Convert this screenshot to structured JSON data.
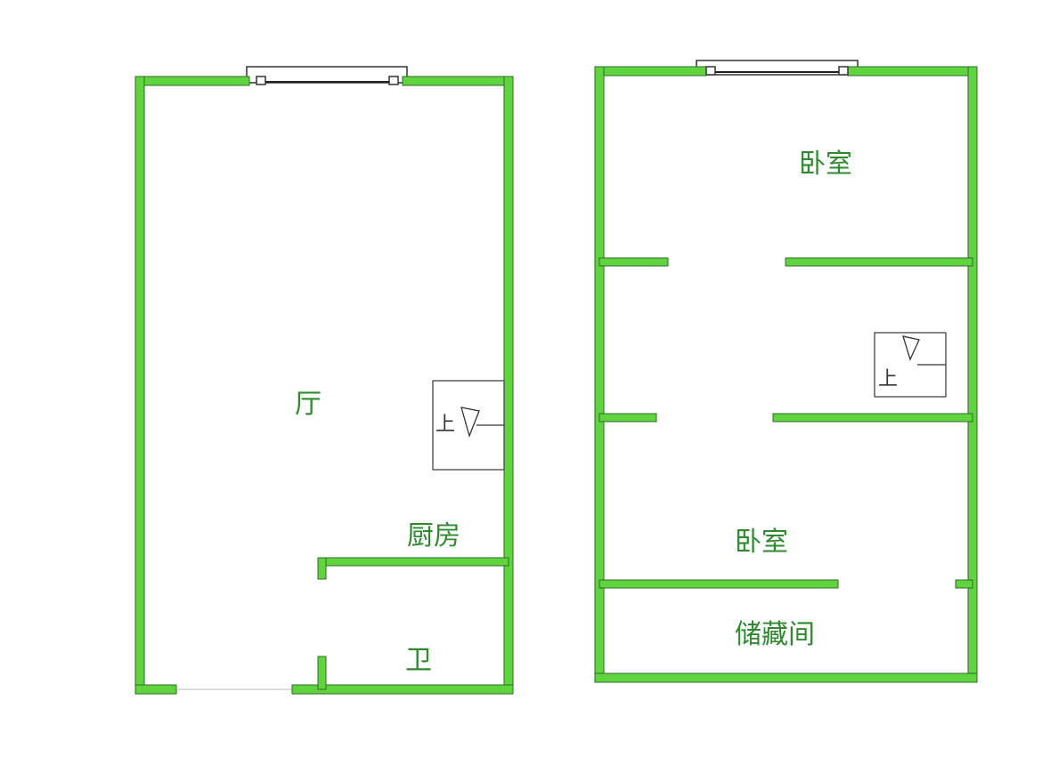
{
  "floor1": {
    "rooms": {
      "living": "厅",
      "kitchen": "厨房",
      "bathroom": "卫"
    },
    "stair_label": "上"
  },
  "floor2": {
    "rooms": {
      "bedroom_top": "卧室",
      "bedroom_bottom": "卧室",
      "storage": "储藏间"
    },
    "stair_label": "上"
  },
  "colors": {
    "wall": "#5fd43f",
    "label": "#2f8a2f"
  }
}
